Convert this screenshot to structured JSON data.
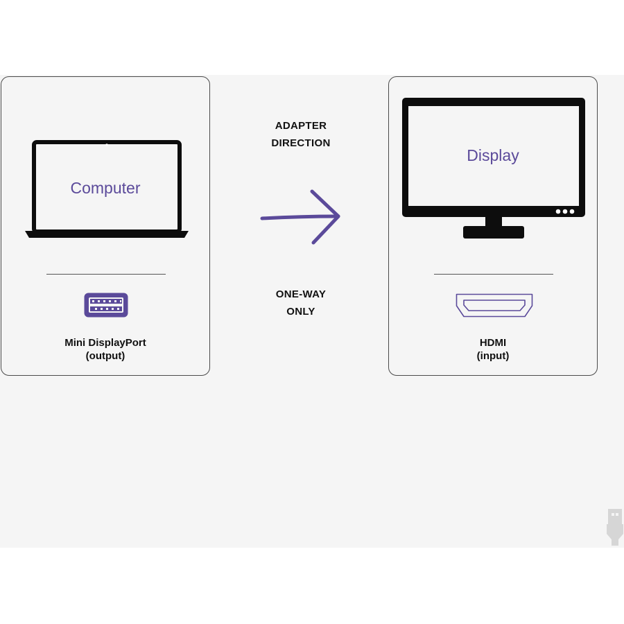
{
  "left_card": {
    "device_label": "Computer",
    "port_name": "Mini DisplayPort",
    "port_role": "(output)"
  },
  "middle": {
    "top_line1": "ADAPTER",
    "top_line2": "DIRECTION",
    "bottom_line1": "ONE-WAY",
    "bottom_line2": "ONLY"
  },
  "right_card": {
    "device_label": "Display",
    "port_name": "HDMI",
    "port_role": "(input)"
  },
  "colors": {
    "accent": "#5b4a9a",
    "device_black": "#0d0d0d",
    "panel_bg": "#f5f5f5"
  },
  "icons": [
    "laptop-icon",
    "mini-displayport-icon",
    "arrow-right-icon",
    "monitor-icon",
    "hdmi-port-icon",
    "usb-watermark-icon"
  ]
}
